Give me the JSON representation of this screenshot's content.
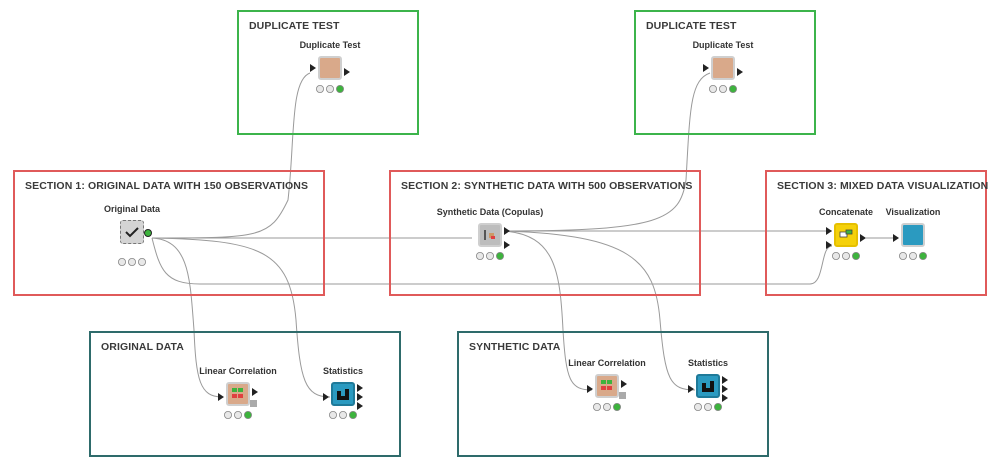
{
  "annotations": [
    {
      "id": "dup1",
      "title": "DUPLICATE TEST",
      "color": "#3cb44b"
    },
    {
      "id": "dup2",
      "title": "DUPLICATE TEST",
      "color": "#3cb44b"
    },
    {
      "id": "sec1",
      "title": "SECTION 1: ORIGINAL DATA WITH 150 OBSERVATIONS",
      "color": "#e05a5a"
    },
    {
      "id": "sec2",
      "title": "SECTION 2: SYNTHETIC DATA WITH 500 OBSERVATIONS",
      "color": "#e05a5a"
    },
    {
      "id": "sec3",
      "title": "SECTION 3: MIXED DATA VISUALIZATION",
      "color": "#e05a5a"
    },
    {
      "id": "orig",
      "title": "ORIGINAL DATA",
      "color": "#2e6b6b"
    },
    {
      "id": "synth",
      "title": "SYNTHETIC DATA",
      "color": "#2e6b6b"
    }
  ],
  "nodes": [
    {
      "id": "orig_data",
      "label": "Original Data",
      "icon": "checkmark-icon",
      "color": "#d4d4d4"
    },
    {
      "id": "dup_test_1",
      "label": "Duplicate Test",
      "icon": "blank-icon",
      "color": "#d9a98a"
    },
    {
      "id": "synth_data",
      "label": "Synthetic Data (Copulas)",
      "icon": "synthesizer-icon",
      "color": "#bdbdbd"
    },
    {
      "id": "dup_test_2",
      "label": "Duplicate Test",
      "icon": "blank-icon",
      "color": "#d9a98a"
    },
    {
      "id": "concat",
      "label": "Concatenate",
      "icon": "concatenate-icon",
      "color": "#f5d10a"
    },
    {
      "id": "viz",
      "label": "Visualization",
      "icon": "blank-icon",
      "color": "#2b9ac0"
    },
    {
      "id": "lincorr_1",
      "label": "Linear Correlation",
      "icon": "correlation-matrix-icon",
      "color": "#d9a98a"
    },
    {
      "id": "stats_1",
      "label": "Statistics",
      "icon": "statistics-icon",
      "color": "#2b9ac0"
    },
    {
      "id": "lincorr_2",
      "label": "Linear Correlation",
      "icon": "correlation-matrix-icon",
      "color": "#d9a98a"
    },
    {
      "id": "stats_2",
      "label": "Statistics",
      "icon": "statistics-icon",
      "color": "#2b9ac0"
    }
  ],
  "colors": {
    "status_green": "#3db33d",
    "status_off": "#e8e8e8",
    "edge": "#9a9a9a"
  }
}
